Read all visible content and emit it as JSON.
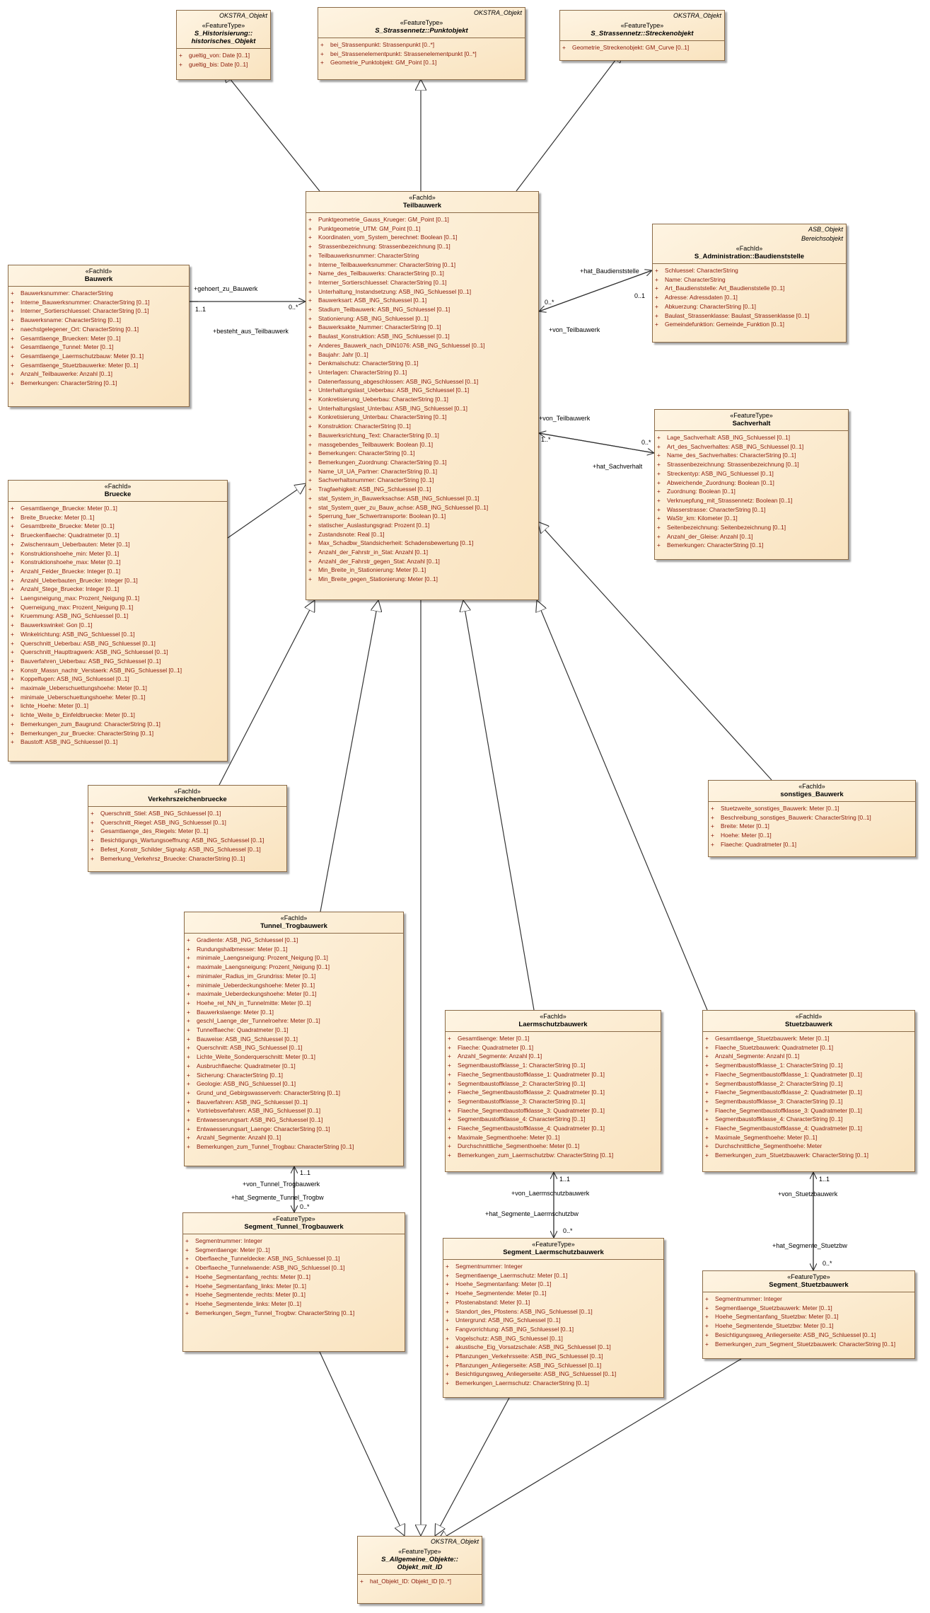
{
  "classes": {
    "historisierung": {
      "package": "OKSTRA_Objekt",
      "stereotype": "«FeatureType»",
      "name_lines": [
        "S_Historisierung::",
        "historisches_Objekt"
      ],
      "attributes": [
        "gueltig_von: Date [0..1]",
        "gueltig_bis: Date [0..1]"
      ]
    },
    "punktobjekt": {
      "package": "OKSTRA_Objekt",
      "stereotype": "«FeatureType»",
      "name_lines": [
        "S_Strassennetz::Punktobjekt"
      ],
      "attributes": [
        "bei_Strassenpunkt: Strassenpunkt [0..*]",
        "bei_Strassenelementpunkt: Strassenelementpunkt [0..*]",
        "Geometrie_Punktobjekt: GM_Point [0..1]"
      ]
    },
    "streckenobjekt": {
      "package": "OKSTRA_Objekt",
      "stereotype": "«FeatureType»",
      "name_lines": [
        "S_Strassennetz::Streckenobjekt"
      ],
      "attributes": [
        "Geometrie_Streckenobjekt: GM_Curve [0..1]"
      ]
    },
    "teilbauwerk": {
      "package": "",
      "stereotype": "«FachId»",
      "name_lines": [
        "Teilbauwerk"
      ],
      "attributes": [
        "Punktgeometrie_Gauss_Krueger: GM_Point [0..1]",
        "Punktgeometrie_UTM: GM_Point [0..1]",
        "Koordinaten_vom_System_berechnet: Boolean [0..1]",
        "Strassenbezeichnung: Strassenbezeichnung [0..1]",
        "Teilbauwerksnummer: CharacterString",
        "Interne_Teilbauwerksnummer: CharacterString [0..1]",
        "Name_des_Teilbauwerks: CharacterString [0..1]",
        "Interner_Sortierschluessel: CharacterString [0..1]",
        "Unterhaltung_Instandsetzung: ASB_ING_Schluessel [0..1]",
        "Bauwerksart: ASB_ING_Schluessel [0..1]",
        "Stadium_Teilbauwerk: ASB_ING_Schluessel [0..1]",
        "Stationierung: ASB_ING_Schluessel [0..1]",
        "Bauwerksakte_Nummer: CharacterString [0..1]",
        "Baulast_Konstruktion: ASB_ING_Schluessel [0..1]",
        "Anderes_Bauwerk_nach_DIN1076: ASB_ING_Schluessel [0..1]",
        "Baujahr: Jahr [0..1]",
        "Denkmalschutz: CharacterString [0..1]",
        "Unterlagen: CharacterString [0..1]",
        "Datenerfassung_abgeschlossen: ASB_ING_Schluessel [0..1]",
        "Unterhaltungslast_Ueberbau: ASB_ING_Schluessel [0..1]",
        "Konkretisierung_Ueberbau: CharacterString [0..1]",
        "Unterhaltungslast_Unterbau: ASB_ING_Schluessel [0..1]",
        "Konkretisierung_Unterbau: CharacterString [0..1]",
        "Konstruktion: CharacterString [0..1]",
        "Bauwerksrichtung_Text: CharacterString [0..1]",
        "massgebendes_Teilbauwerk: Boolean [0..1]",
        "Bemerkungen: CharacterString [0..1]",
        "Bemerkungen_Zuordnung: CharacterString [0..1]",
        "Name_UI_UA_Partner: CharacterString [0..1]",
        "Sachverhaltsnummer: CharacterString [0..1]",
        "Tragfaehigkeit: ASB_ING_Schluessel [0..1]",
        "stat_System_in_Bauwerksachse: ASB_ING_Schluessel [0..1]",
        "stat_System_quer_zu_Bauw_achse: ASB_ING_Schluessel [0..1]",
        "Sperrung_fuer_Schwertransporte: Boolean [0..1]",
        "statischer_Auslastungsgrad: Prozent [0..1]",
        "Zustandsnote: Real [0..1]",
        "Max_Schadbw_Standsicherheit: Schadensbewertung [0..1]",
        "Anzahl_der_Fahrstr_in_Stat: Anzahl [0..1]",
        "Anzahl_der_Fahrstr_gegen_Stat: Anzahl [0..1]",
        "Min_Breite_in_Stationierung: Meter [0..1]",
        "Min_Breite_gegen_Stationierung: Meter [0..1]"
      ]
    },
    "baudienststelle": {
      "package": "ASB_Objekt",
      "package2": "Bereichsobjekt",
      "stereotype": "«FachId»",
      "name_lines": [
        "S_Administration::Baudienststelle"
      ],
      "attributes": [
        "Schluessel: CharacterString",
        "Name: CharacterString",
        "Art_Baudienststelle: Art_Baudienststelle [0..1]",
        "Adresse: Adressdaten [0..1]",
        "Abkuerzung: CharacterString [0..1]",
        "Baulast_Strassenklasse: Baulast_Strassenklasse [0..1]",
        "Gemeindefunktion: Gemeinde_Funktion [0..1]"
      ]
    },
    "bauwerk": {
      "package": "",
      "stereotype": "«FachId»",
      "name_lines": [
        "Bauwerk"
      ],
      "attributes": [
        "Bauwerksnummer: CharacterString",
        "Interne_Bauwerksnummer: CharacterString [0..1]",
        "Interner_Sortierschluessel: CharacterString [0..1]",
        "Bauwerksname: CharacterString [0..1]",
        "naechstgelegener_Ort: CharacterString [0..1]",
        "Gesamtlaenge_Bruecken: Meter [0..1]",
        "Gesamtlaenge_Tunnel: Meter [0..1]",
        "Gesamtlaenge_Laermschutzbauw: Meter [0..1]",
        "Gesamtlaenge_Stuetzbauwerke: Meter [0..1]",
        "Anzahl_Teilbauwerke: Anzahl [0..1]",
        "Bemerkungen: CharacterString [0..1]"
      ]
    },
    "sachverhalt": {
      "package": "",
      "stereotype": "«FeatureType»",
      "name_lines": [
        "Sachverhalt"
      ],
      "attributes": [
        "Lage_Sachverhalt: ASB_ING_Schluessel [0..1]",
        "Art_des_Sachverhaltes: ASB_ING_Schluessel [0..1]",
        "Name_des_Sachverhaltes: CharacterString [0..1]",
        "Strassenbezeichnung: Strassenbezeichnung [0..1]",
        "Streckentyp: ASB_ING_Schluessel [0..1]",
        "Abweichende_Zuordnung: Boolean [0..1]",
        "Zuordnung: Boolean [0..1]",
        "Verknuepfung_mit_Strassennetz: Boolean [0..1]",
        "Wasserstrasse: CharacterString [0..1]",
        "WaStr_km: Kilometer [0..1]",
        "Seitenbezeichnung: Seitenbezeichnung [0..1]",
        "Anzahl_der_Gleise: Anzahl [0..1]",
        "Bemerkungen: CharacterString [0..1]"
      ]
    },
    "bruecke": {
      "package": "",
      "stereotype": "«FachId»",
      "name_lines": [
        "Bruecke"
      ],
      "attributes": [
        "Gesamtlaenge_Bruecke: Meter [0..1]",
        "Breite_Bruecke: Meter [0..1]",
        "Gesamtbreite_Bruecke: Meter [0..1]",
        "Brueckenflaeche: Quadratmeter [0..1]",
        "Zwischenraum_Ueberbauten: Meter [0..1]",
        "Konstruktionshoehe_min: Meter [0..1]",
        "Konstruktionshoehe_max: Meter [0..1]",
        "Anzahl_Felder_Bruecke: Integer [0..1]",
        "Anzahl_Ueberbauten_Bruecke: Integer [0..1]",
        "Anzahl_Stege_Bruecke: Integer [0..1]",
        "Laengsneigung_max: Prozent_Neigung [0..1]",
        "Querneigung_max: Prozent_Neigung [0..1]",
        "Kruemmung: ASB_ING_Schluessel [0..1]",
        "Bauwerkswinkel: Gon [0..1]",
        "Winkelrichtung: ASB_ING_Schluessel [0..1]",
        "Querschnitt_Ueberbau: ASB_ING_Schluessel [0..1]",
        "Querschnitt_Haupttragwerk: ASB_ING_Schluessel [0..1]",
        "Bauverfahren_Ueberbau: ASB_ING_Schluessel [0..1]",
        "Konstr_Massn_nachtr_Verstaerk: ASB_ING_Schluessel [0..1]",
        "Koppelfugen: ASB_ING_Schluessel [0..1]",
        "maximale_Ueberschuettungshoehe: Meter [0..1]",
        "minimale_Ueberschuettungshoehe: Meter [0..1]",
        "lichte_Hoehe: Meter [0..1]",
        "lichte_Weite_b_Einfeldbruecke: Meter [0..1]",
        "Bemerkungen_zum_Baugrund: CharacterString [0..1]",
        "Bemerkungen_zur_Bruecke: CharacterString [0..1]",
        "Baustoff: ASB_ING_Schluessel [0..1]"
      ]
    },
    "verkehrszeichenbruecke": {
      "package": "",
      "stereotype": "«FachId»",
      "name_lines": [
        "Verkehrszeichenbruecke"
      ],
      "attributes": [
        "Querschnitt_Stiel: ASB_ING_Schluessel [0..1]",
        "Querschnitt_Riegel: ASB_ING_Schluessel [0..1]",
        "Gesamtlaenge_des_Riegels: Meter [0..1]",
        "Besichtigungs_Wartungsoeffnung: ASB_ING_Schluessel [0..1]",
        "Befest_Konstr_Schilder_Signalg: ASB_ING_Schluessel [0..1]",
        "Bemerkung_Verkehrsz_Bruecke: CharacterString [0..1]"
      ]
    },
    "sonstiges": {
      "package": "",
      "stereotype": "«FachId»",
      "name_lines": [
        "sonstiges_Bauwerk"
      ],
      "attributes": [
        "Stuetzweite_sonstiges_Bauwerk: Meter [0..1]",
        "Beschreibung_sonstiges_Bauwerk: CharacterString [0..1]",
        "Breite: Meter [0..1]",
        "Hoehe: Meter [0..1]",
        "Flaeche: Quadratmeter [0..1]"
      ]
    },
    "tunnel": {
      "package": "",
      "stereotype": "«FachId»",
      "name_lines": [
        "Tunnel_Trogbauwerk"
      ],
      "attributes": [
        "Gradiente: ASB_ING_Schluessel [0..1]",
        "Rundungshalbmesser: Meter [0..1]",
        "minimale_Laengsneigung: Prozent_Neigung [0..1]",
        "maximale_Laengsneigung: Prozent_Neigung [0..1]",
        "minimaler_Radius_im_Grundriss: Meter [0..1]",
        "minimale_Ueberdeckungshoehe: Meter [0..1]",
        "maximale_Ueberdeckungshoehe: Meter [0..1]",
        "Hoehe_rel_NN_in_Tunnelmitte: Meter [0..1]",
        "Bauwerkslaenge: Meter [0..1]",
        "geschl_Laenge_der_Tunnelroehre: Meter [0..1]",
        "Tunnelflaeche: Quadratmeter [0..1]",
        "Bauweise: ASB_ING_Schluessel [0..1]",
        "Querschnitt: ASB_ING_Schluessel [0..1]",
        "Lichte_Weite_Sonderquerschnitt: Meter [0..1]",
        "Ausbruchflaeche: Quadratmeter [0..1]",
        "Sicherung: CharacterString [0..1]",
        "Geologie: ASB_ING_Schluessel [0..1]",
        "Grund_und_Gebirgswasserverh: CharacterString [0..1]",
        "Bauverfahren: ASB_ING_Schluessel [0..1]",
        "Vortriebsverfahren: ASB_ING_Schluessel [0..1]",
        "Entwaesserungsart: ASB_ING_Schluessel [0..1]",
        "Entwaesserungsart_Laenge: CharacterString [0..1]",
        "Anzahl_Segmente: Anzahl [0..1]",
        "Bemerkungen_zum_Tunnel_Trogbau: CharacterString [0..1]"
      ]
    },
    "laermschutz": {
      "package": "",
      "stereotype": "«FachId»",
      "name_lines": [
        "Laermschutzbauwerk"
      ],
      "attributes": [
        "Gesamtlaenge: Meter [0..1]",
        "Flaeche: Quadratmeter [0..1]",
        "Anzahl_Segmente: Anzahl [0..1]",
        "Segmentbaustoffklasse_1: CharacterString [0..1]",
        "Flaeche_Segmentbaustoffklasse_1: Quadratmeter [0..1]",
        "Segmentbaustoffklasse_2: CharacterString [0..1]",
        "Flaeche_Segmentbaustoffklasse_2: Quadratmeter [0..1]",
        "Segmentbaustoffklasse_3: CharacterString [0..1]",
        "Flaeche_Segmentbaustoffklasse_3: Quadratmeter [0..1]",
        "Segmentbaustoffklasse_4: CharacterString [0..1]",
        "Flaeche_Segmentbaustoffklasse_4: Quadratmeter [0..1]",
        "Maximale_Segmenthoehe: Meter [0..1]",
        "Durchschnittliche_Segmenthoehe: Meter [0..1]",
        "Bemerkungen_zum_Laermschutzbw: CharacterString [0..1]"
      ]
    },
    "stuetzbauwerk": {
      "package": "",
      "stereotype": "«FachId»",
      "name_lines": [
        "Stuetzbauwerk"
      ],
      "attributes": [
        "Gesamtlaenge_Stuetzbauwerk: Meter [0..1]",
        "Flaeche_Stuetzbauwerk: Quadratmeter [0..1]",
        "Anzahl_Segmente: Anzahl [0..1]",
        "Segmentbaustoffklasse_1: CharacterString [0..1]",
        "Flaeche_Segmentbaustoffklasse_1: Quadratmeter [0..1]",
        "Segmentbaustoffklasse_2: CharacterString [0..1]",
        "Flaeche_Segmentbaustoffklasse_2: Quadratmeter [0..1]",
        "Segmentbaustoffklasse_3: CharacterString [0..1]",
        "Flaeche_Segmentbaustoffklasse_3: Quadratmeter [0..1]",
        "Segmentbaustoffklasse_4: CharacterString [0..1]",
        "Flaeche_Segmentbaustoffklasse_4: Quadratmeter [0..1]",
        "Maximale_Segmenthoehe: Meter [0..1]",
        "Durchschnittliche_Segmenthoehe: Meter",
        "Bemerkungen_zum_Stuetzbauwerk: CharacterString [0..1]"
      ]
    },
    "seg_tunnel": {
      "package": "",
      "stereotype": "«FeatureType»",
      "name_lines": [
        "Segment_Tunnel_Trogbauwerk"
      ],
      "attributes": [
        "Segmentnummer: Integer",
        "Segmentlaenge: Meter [0..1]",
        "Oberflaeche_Tunneldecke: ASB_ING_Schluessel [0..1]",
        "Oberflaeche_Tunnelwaende: ASB_ING_Schluessel [0..1]",
        "Hoehe_Segmentanfang_rechts: Meter [0..1]",
        "Hoehe_Segmentanfang_links: Meter [0..1]",
        "Hoehe_Segmentende_rechts: Meter [0..1]",
        "Hoehe_Segmentende_links: Meter [0..1]",
        "Bemerkungen_Segm_Tunnel_Trogbw: CharacterString [0..1]"
      ]
    },
    "seg_laerm": {
      "package": "",
      "stereotype": "«FeatureType»",
      "name_lines": [
        "Segment_Laermschutzbauwerk"
      ],
      "attributes": [
        "Segmentnummer: Integer",
        "Segmentlaenge_Laermschutz: Meter [0..1]",
        "Hoehe_Segmentanfang: Meter [0..1]",
        "Hoehe_Segmentende: Meter [0..1]",
        "Pfostenabstand: Meter [0..1]",
        "Standort_des_Pfostens: ASB_ING_Schluessel [0..1]",
        "Untergrund: ASB_ING_Schluessel [0..1]",
        "Fangvorrichtung: ASB_ING_Schluessel [0..1]",
        "Vogelschutz: ASB_ING_Schluessel [0..1]",
        "akustische_Eig_Vorsatzschale: ASB_ING_Schluessel [0..1]",
        "Pflanzungen_Verkehrsseite: ASB_ING_Schluessel [0..1]",
        "Pflanzungen_Anliegerseite: ASB_ING_Schluessel [0..1]",
        "Besichtigungsweg_Anliegerseite: ASB_ING_Schluessel [0..1]",
        "Bemerkungen_Laermschutz: CharacterString [0..1]"
      ]
    },
    "seg_stuetz": {
      "package": "",
      "stereotype": "«FeatureType»",
      "name_lines": [
        "Segment_Stuetzbauwerk"
      ],
      "attributes": [
        "Segmentnummer: Integer",
        "Segmentlaenge_Stuetzbauwerk: Meter [0..1]",
        "Hoehe_Segmentanfang_Stuetzbw: Meter [0..1]",
        "Hoehe_Segmentende_Stuetzbw: Meter [0..1]",
        "Besichtigungsweg_Anliegerseite: ASB_ING_Schluessel [0..1]",
        "Bemerkungen_zum_Segment_Stuetzbauwerk: CharacterString [0..1]"
      ]
    },
    "objekt_mit_id": {
      "package": "OKSTRA_Objekt",
      "stereotype": "«FeatureType»",
      "name_lines": [
        "S_Allgemeine_Objekte::",
        "Objekt_mit_ID"
      ],
      "attributes": [
        "hat_Objekt_ID: Objekt_ID [0..*]"
      ]
    }
  },
  "labels": {
    "gehoert_zu_bauwerk": "+gehoert_zu_Bauwerk",
    "bauwerk_mult": "1..1",
    "teil_mult": "0..*",
    "besteht_aus": "+besteht_aus_Teilbauwerk",
    "hat_baudienststelle": "+hat_Baudienststelle",
    "baud_mult_a": "0..*",
    "baud_mult_b": "0..1",
    "von_teilbauwerk_1": "+von_Teilbauwerk",
    "von_teilbauwerk_2": "+von_Teilbauwerk",
    "sach_mult_a": "1..*",
    "sach_mult_b": "0..*",
    "hat_sachverhalt": "+hat_Sachverhalt",
    "tunnel_mult_a": "1..1",
    "von_tunnel": "+von_Tunnel_Trogbauwerk",
    "hat_seg_tunnel": "+hat_Segmente_Tunnel_Trogbw",
    "tunnel_mult_b": "0..*",
    "laerm_mult_a": "1..1",
    "von_laerm": "+von_Laermschutzbauwerk",
    "hat_seg_laerm": "+hat_Segmente_Laermschutzbw",
    "laerm_mult_b": "0..*",
    "stuetz_mult_a": "1..1",
    "von_stuetz": "+von_Stuetzbauwerk",
    "hat_seg_stuetz": "+hat_Segmente_Stuetzbw",
    "stuetz_mult_b": "0..*"
  },
  "colors": {
    "attribute_text": "#8b1a0a",
    "box_border": "#8a6a47",
    "box_fill_light": "#fef4e2",
    "box_fill_dark": "#f9e3bf"
  }
}
